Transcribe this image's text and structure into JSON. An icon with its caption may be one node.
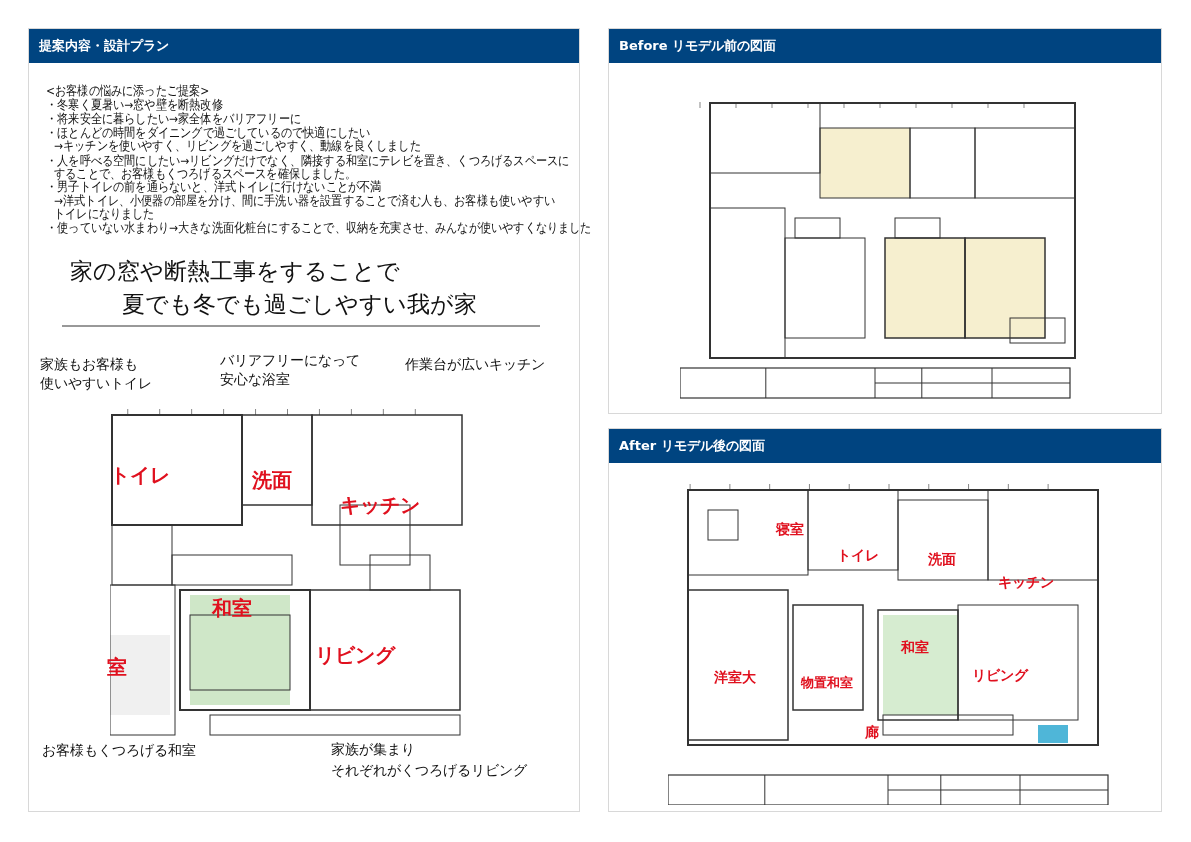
{
  "diagram": {
    "nodes": [
      {
        "text": [
          "提案内容・設計プラン"
        ]
      },
      {
        "text": [
          "Before リモデル前の図面"
        ]
      },
      {
        "text": [
          "After リモデル後の図面"
        ]
      }
    ],
    "labels": [
      "<お客様の悩みに添ったご提案>",
      "・冬寒く夏暑い→窓や壁を断熱改修",
      "・将来安全に暮らしたい→家全体をバリアフリーに",
      "・ほとんどの時間をダイニングで過ごしているので快適にしたい",
      "→キッチンを使いやすく、リビングを過ごしやすく、動線を良くしました",
      "・人を呼べる空間にしたい→リビングだけでなく、隣接する和室にテレビを置き、くつろげるスペースに",
      "することで、お客様もくつろげるスペースを確保しました。",
      "・男子トイレの前を通らないと、洋式トイレに行けないことが不満",
      "→洋式トイレ、小便器の部屋を分け、間に手洗い器を設置することで済む人も、お客様も使いやすい",
      "トイレになりました",
      "・使っていない水まわり→大きな洗面化粧台にすることで、収納を充実させ、みんなが使いやすくなりました",
      "家の窓や断熱工事をすることで",
      "夏でも冬でも過ごしやすい我が家",
      "家族もお客様も",
      "使いやすいトイレ",
      "バリアフリーになって",
      "安心な浴室",
      "作業台が広いキッチン",
      "トイレ",
      "洗面",
      "キッチン",
      "和室",
      "リビング",
      "室",
      "お客様もくつろげる和室",
      "家族が集まり",
      "それぞれがくつろげるリビング",
      "寝室",
      "トイレ",
      "洗面",
      "キッチン",
      "洋室大",
      "物置和室",
      "和室",
      "リビング",
      "廊"
    ]
  }
}
